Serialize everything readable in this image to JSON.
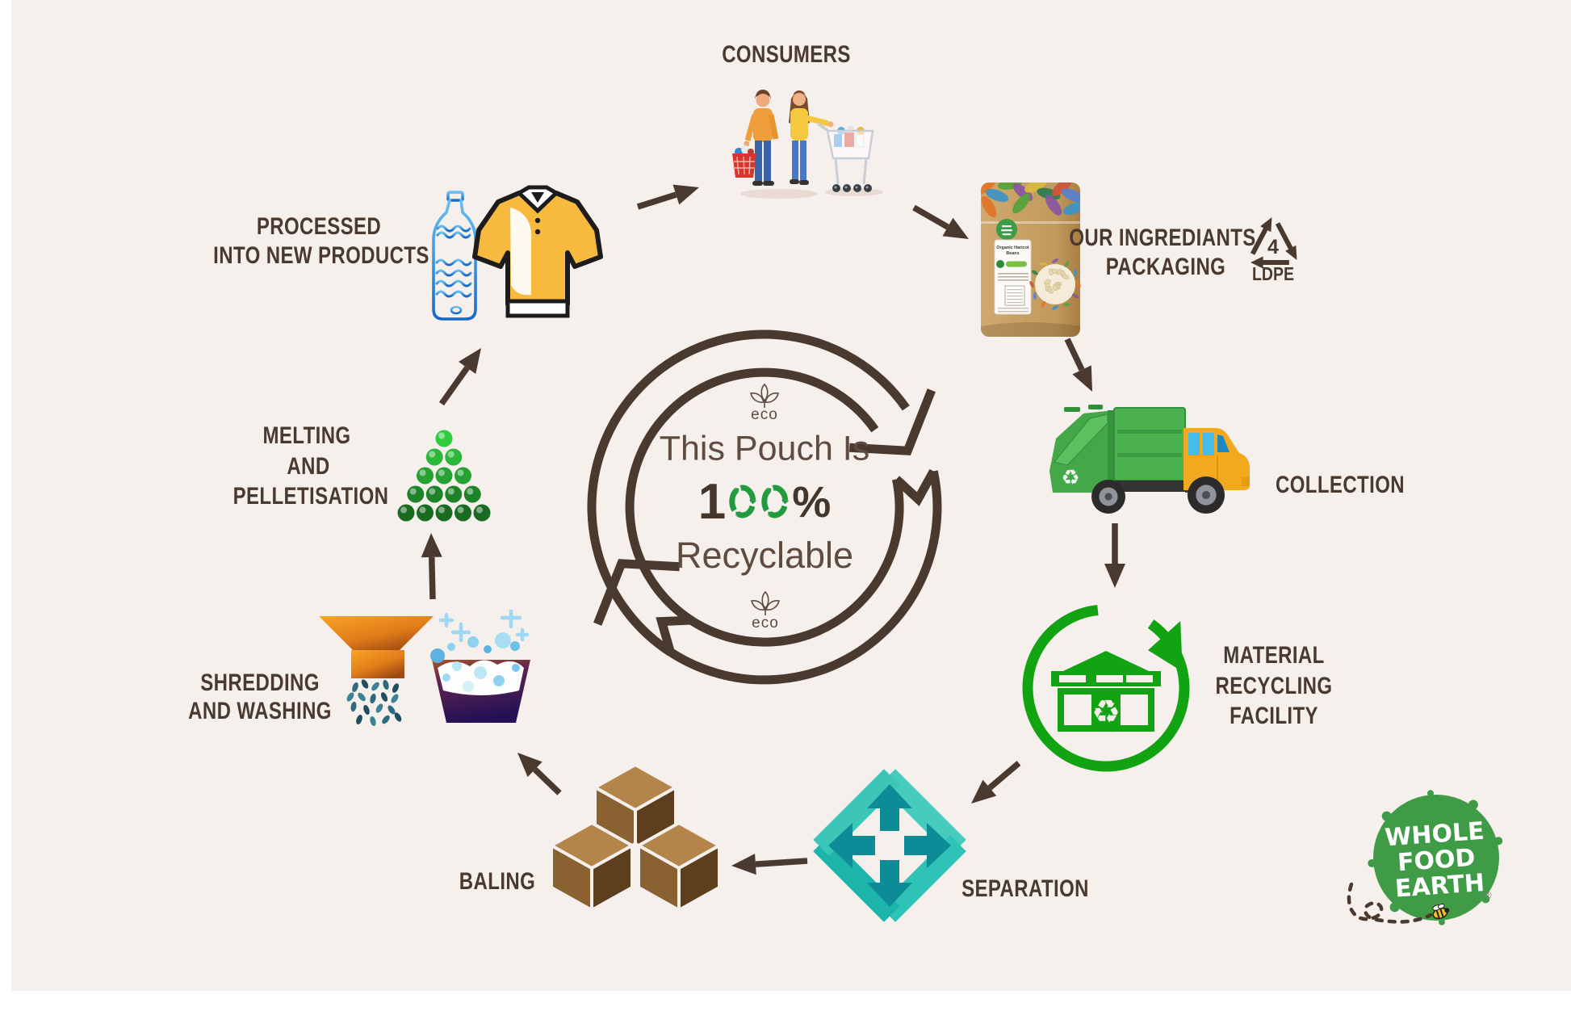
{
  "colors": {
    "board": "#f6f0ed",
    "ink": "#4a392e",
    "green": "#229b3e",
    "mrf_green": "#12a312",
    "teal_light": "#3cc8b8",
    "teal_dark": "#0d8b96",
    "logo_green": "#3f9b46"
  },
  "center": {
    "line1": "This Pouch Is",
    "digit": "1",
    "percent": "%",
    "line3": "Recyclable",
    "eco_top": "eco",
    "eco_bottom": "eco"
  },
  "steps": {
    "consumers": {
      "label": "CONSUMERS"
    },
    "packaging": {
      "line1": "OUR INGREDIANTS",
      "line2": "PACKAGING",
      "ldpe_number": "4",
      "ldpe_label": "LDPE"
    },
    "collection": {
      "label": "COLLECTION"
    },
    "mrf": {
      "line1": "MATERIAL",
      "line2": "RECYCLING",
      "line3": "FACILITY"
    },
    "separation": {
      "label": "SEPARATION"
    },
    "baling": {
      "label": "BALING"
    },
    "shredding": {
      "line1": "SHREDDING",
      "line2": "AND WASHING"
    },
    "melting": {
      "line1": "MELTING",
      "line2": "AND",
      "line3": "PELLETISATION"
    },
    "processed": {
      "line1": "PROCESSED",
      "line2": "INTO NEW PRODUCTS"
    }
  },
  "pouch": {
    "brand_line1": "Organic Haricot",
    "brand_line2": "Beans"
  },
  "logo": {
    "line1": "WHOLE",
    "line2": "FOOD",
    "line3": "EARTH",
    "registered": "®"
  }
}
